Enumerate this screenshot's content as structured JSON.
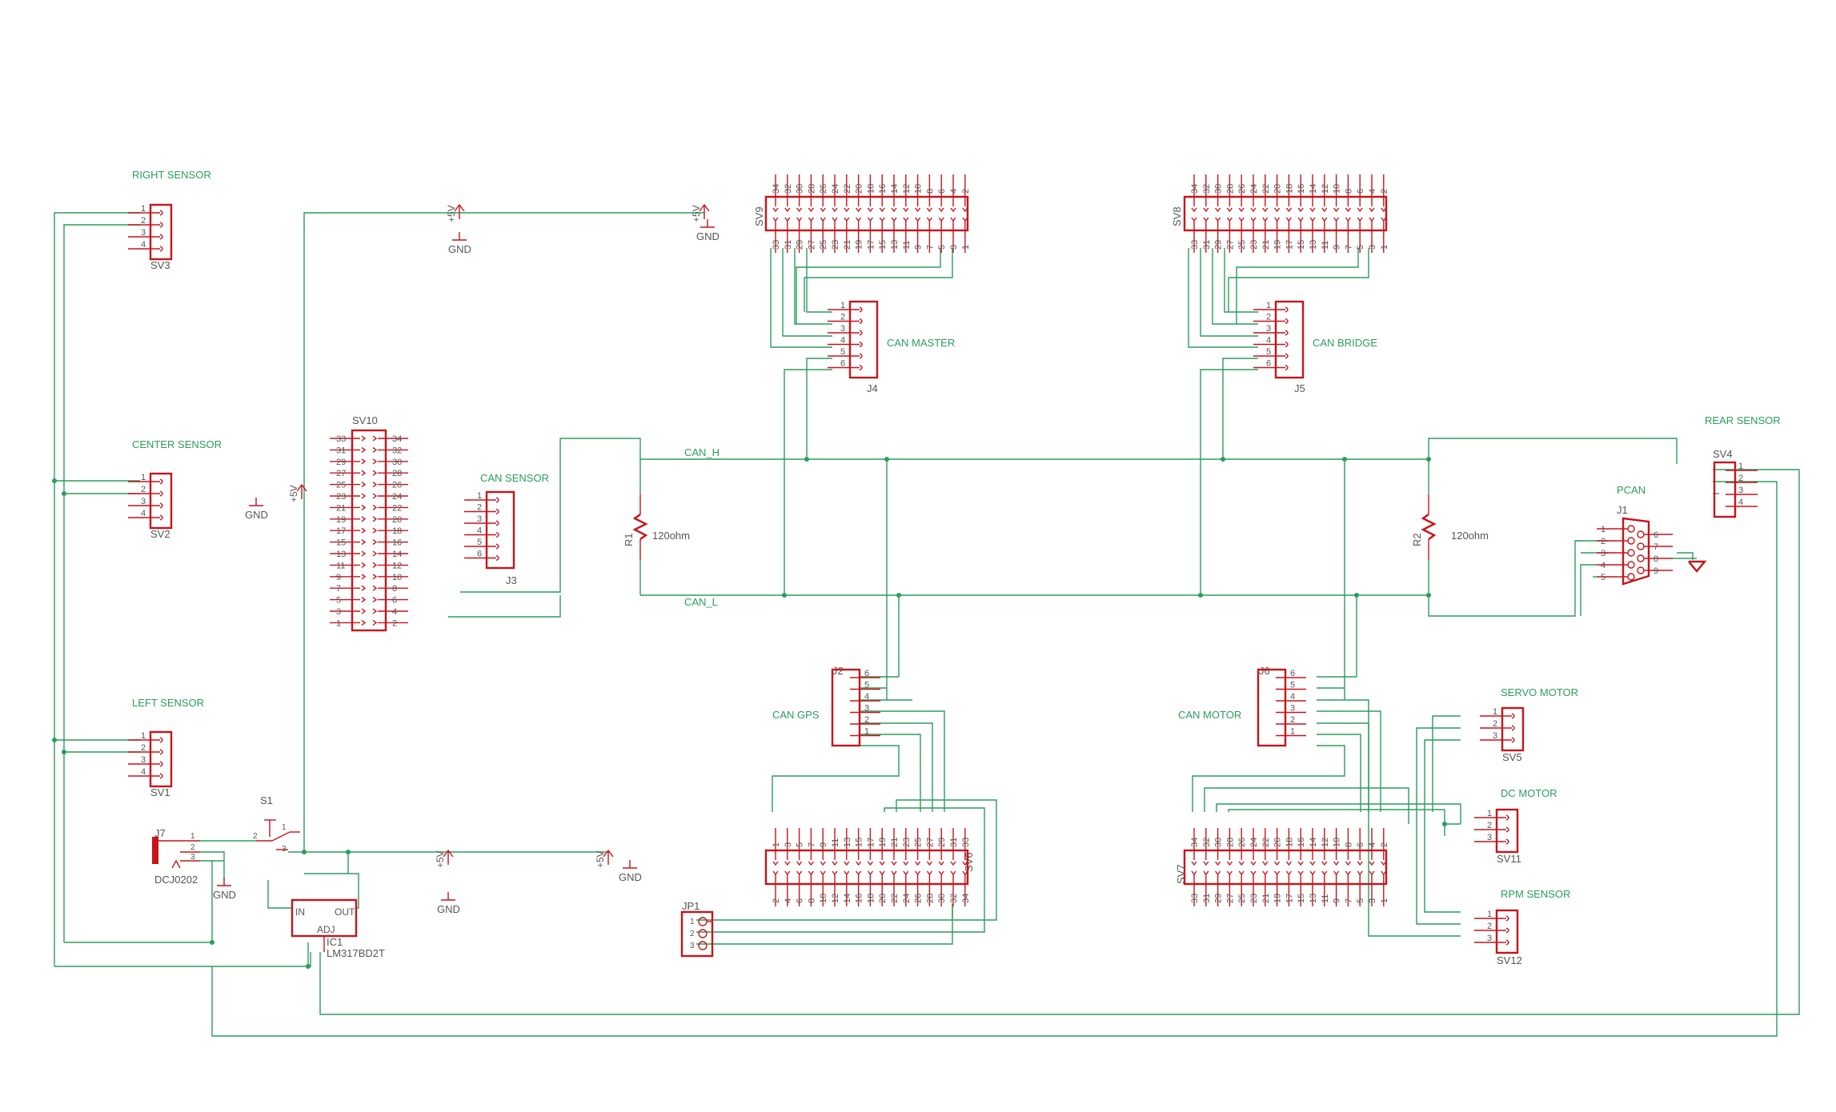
{
  "labels": {
    "right_sensor": "RIGHT SENSOR",
    "center_sensor": "CENTER SENSOR",
    "left_sensor": "LEFT SENSOR",
    "rear_sensor": "REAR SENSOR",
    "can_sensor": "CAN SENSOR",
    "can_master": "CAN MASTER",
    "can_bridge": "CAN BRIDGE",
    "can_gps": "CAN GPS",
    "can_motor": "CAN MOTOR",
    "servo_motor": "SERVO MOTOR",
    "dc_motor": "DC MOTOR",
    "rpm_sensor": "RPM SENSOR",
    "pcan": "PCAN"
  },
  "nets": {
    "can_h": "CAN_H",
    "can_l": "CAN_L"
  },
  "parts": {
    "sv1": "SV1",
    "sv2": "SV2",
    "sv3": "SV3",
    "sv4": "SV4",
    "sv5": "SV5",
    "sv6": "SV6",
    "sv7": "SV7",
    "sv8": "SV8",
    "sv9": "SV9",
    "sv10": "SV10",
    "sv11": "SV11",
    "sv12": "SV12",
    "j1": "J1",
    "j2": "J2",
    "j3": "J3",
    "j4": "J4",
    "j5": "J5",
    "j6": "J6",
    "j7": "J7",
    "j7_value": "DCJ0202",
    "jp1": "JP1",
    "s1": "S1",
    "ic1": "IC1",
    "ic1_value": "LM317BD2T",
    "ic1_in": "IN",
    "ic1_out": "OUT",
    "ic1_adj": "ADJ",
    "r1": "R1",
    "r2": "R2",
    "r1_value": "120ohm",
    "r2_value": "120ohm"
  },
  "power": {
    "vcc": "+5V",
    "gnd": "GND"
  },
  "colors": {
    "wire": "#2a9d5c",
    "symbol": "#c8141a",
    "text": "#555555"
  }
}
